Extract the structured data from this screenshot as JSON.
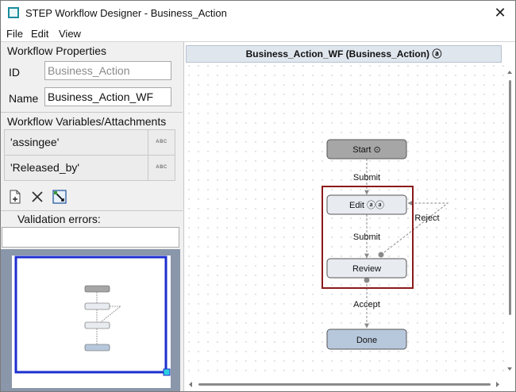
{
  "window": {
    "title": "STEP Workflow Designer - Business_Action",
    "close_glyph": "✕"
  },
  "menu": {
    "file": "File",
    "edit": "Edit",
    "view": "View"
  },
  "properties": {
    "title": "Workflow Properties",
    "id_label": "ID",
    "id_value": "Business_Action",
    "name_label": "Name",
    "name_value": "Business_Action_WF"
  },
  "variables": {
    "title": "Workflow Variables/Attachments",
    "rows": [
      {
        "name": "'assingee'",
        "type": "ABC"
      },
      {
        "name": "'Released_by'",
        "type": "ABC"
      }
    ],
    "tools": [
      "add-document-icon",
      "delete-x-icon",
      "edit-assign-icon"
    ]
  },
  "validation": {
    "label": "Validation errors:",
    "value": ""
  },
  "canvas": {
    "header": "Business_Action_WF (Business_Action) ⓐ",
    "states": {
      "start": "Start ⊙",
      "edit": "Edit ⓐⓐ",
      "review": "Review",
      "done": "Done"
    },
    "transitions": {
      "submit1": "Submit",
      "submit2": "Submit",
      "reject": "Reject",
      "accept": "Accept"
    }
  },
  "colors": {
    "start_fill": "#a6a6a6",
    "state_fill": "#e8ecf1",
    "done_fill": "#b8c8dc",
    "selection_border": "#8b1a1a",
    "overview_viewport": "#1c2ecf",
    "overview_bg": "#8a96aa"
  }
}
